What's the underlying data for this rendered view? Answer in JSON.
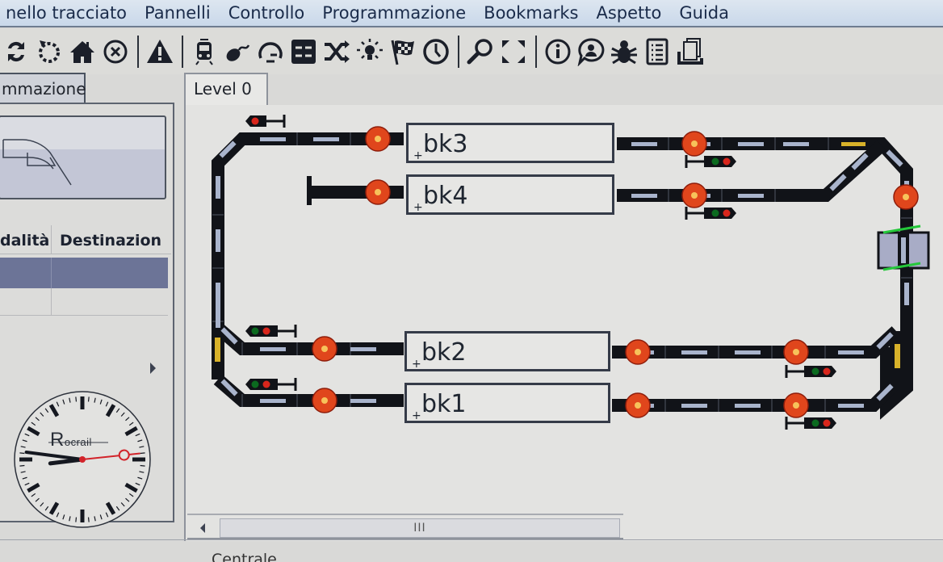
{
  "menu": {
    "items": [
      "nello tracciato",
      "Pannelli",
      "Controllo",
      "Programmazione",
      "Bookmarks",
      "Aspetto",
      "Guida"
    ]
  },
  "toolbar": {
    "icons": [
      "refresh-icon",
      "undo-dotted-icon",
      "home-icon",
      "stop-circle-icon",
      "separator",
      "warning-icon",
      "separator",
      "train-icon",
      "mouse-icon",
      "speedometer-icon",
      "switchboard-icon",
      "shuffle-icon",
      "lightbulb-icon",
      "checkered-flag-icon",
      "clock-icon",
      "separator",
      "magnifier-icon",
      "fullscreen-icon",
      "separator",
      "info-icon",
      "chat-user-icon",
      "bug-icon",
      "list-icon",
      "documents-icon"
    ]
  },
  "left_panel": {
    "tab_label": "mmazione",
    "table": {
      "columns": [
        "dalità",
        "Destinazion"
      ],
      "selected_row": [
        "",
        ""
      ]
    },
    "clock": {
      "brand": "Rocrail",
      "hour": 8,
      "minute": 46,
      "second": 14
    }
  },
  "plan": {
    "tab_label": "Level 0",
    "blocks": [
      {
        "id": "bk3",
        "label": "bk3"
      },
      {
        "id": "bk4",
        "label": "bk4"
      },
      {
        "id": "bk2",
        "label": "bk2"
      },
      {
        "id": "bk1",
        "label": "bk1"
      }
    ],
    "colors": {
      "track": "#111318",
      "sleeper": "#a9b4cc",
      "occupied": "#d8b22a",
      "sensor": "#e0461c",
      "signal_red": "#d8261c",
      "signal_green": "#0b6a1f"
    },
    "scrollbar_grip": "III"
  },
  "status": {
    "label": "Centrale"
  }
}
